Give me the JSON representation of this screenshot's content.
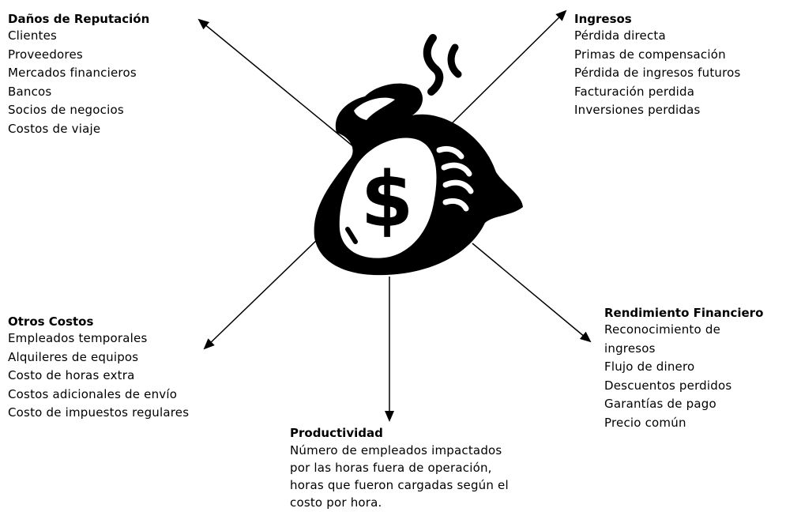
{
  "reputation": {
    "title": "Daños de Reputación",
    "items": [
      "Clientes",
      "Proveedores",
      "Mercados financieros",
      "Bancos",
      "Socios de negocios",
      "Costos de viaje"
    ]
  },
  "income": {
    "title": "Ingresos",
    "items": [
      "Pérdida directa",
      "Primas de compensación",
      "Pérdida de ingresos futuros",
      "Facturación perdida",
      "Inversiones perdidas"
    ]
  },
  "other_costs": {
    "title": "Otros Costos",
    "items": [
      "Empleados temporales",
      "Alquileres de equipos",
      "Costo de horas extra",
      "Costos adicionales de envío",
      "Costo de impuestos regulares"
    ]
  },
  "financial_performance": {
    "title": "Rendimiento Financiero",
    "items": [
      "Reconocimiento de",
      "ingresos",
      "Flujo de dinero",
      "Descuentos perdidos",
      "Garantías de pago",
      "Precio común"
    ]
  },
  "productivity": {
    "title": "Productividad",
    "lines": [
      "Número de empleados impactados",
      "por las horas fuera de operación,",
      "horas que fueron cargadas según el",
      "costo por hora."
    ]
  },
  "center_icon": "money-bag-icon",
  "center_symbol": "$",
  "colors": {
    "ink": "#000000",
    "background": "#ffffff"
  }
}
